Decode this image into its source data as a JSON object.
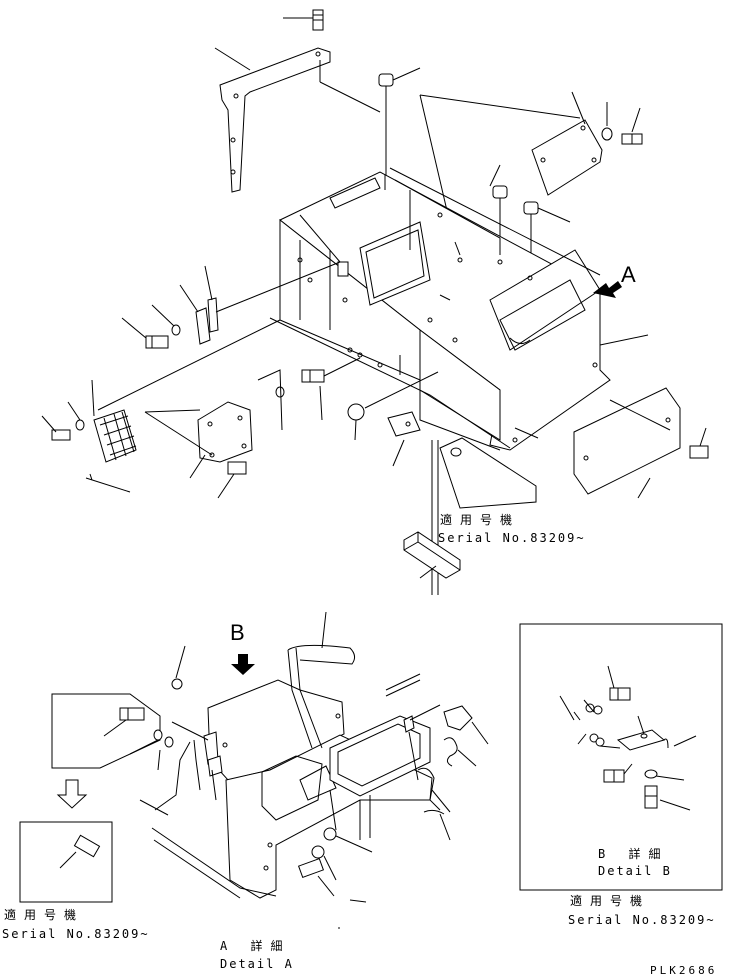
{
  "view_letters": {
    "a": "A",
    "b": "B"
  },
  "serial_note_main": {
    "ja": "適用号機",
    "en": "Serial No.83209~"
  },
  "serial_note_detail_a": {
    "ja": "適用号機",
    "en": "Serial No.83209~"
  },
  "serial_note_detail_b": {
    "ja": "適用号機",
    "en": "Serial No.83209~"
  },
  "detail_a": {
    "ja": "A 詳細",
    "en": "Detail A"
  },
  "detail_b": {
    "ja": "B 詳細",
    "en": "Detail B"
  },
  "drawing_code": "PLK2686"
}
